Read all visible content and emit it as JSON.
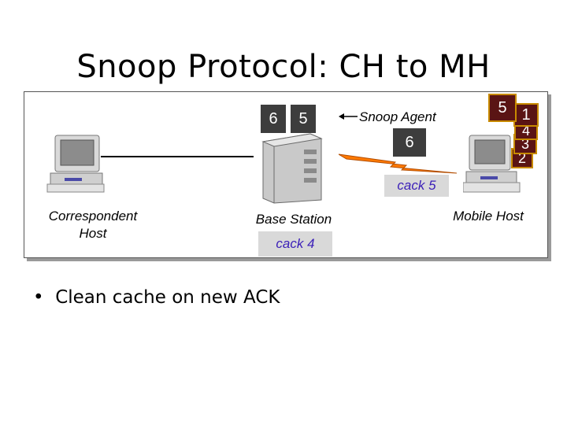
{
  "title": "Snoop Protocol: CH to MH",
  "base_station_queue": [
    "6",
    "5"
  ],
  "snoop_agent_label": "Snoop Agent",
  "in_flight_packet": "6",
  "mobile_stack": {
    "front": "5",
    "back": [
      "1",
      "4",
      "3",
      "2"
    ]
  },
  "wireless_ack": "cack 5",
  "bs_ack": "cack 4",
  "labels": {
    "correspondent_host": "Correspondent Host",
    "base_station": "Base Station",
    "mobile_host": "Mobile Host"
  },
  "bullets": [
    "Clean cache on new ACK"
  ],
  "colors": {
    "packet_dark": "#3d3d3d",
    "packet_red": "#5a1414",
    "wireless_link": "#ff7a00",
    "ack_text": "#3b1fb8"
  }
}
